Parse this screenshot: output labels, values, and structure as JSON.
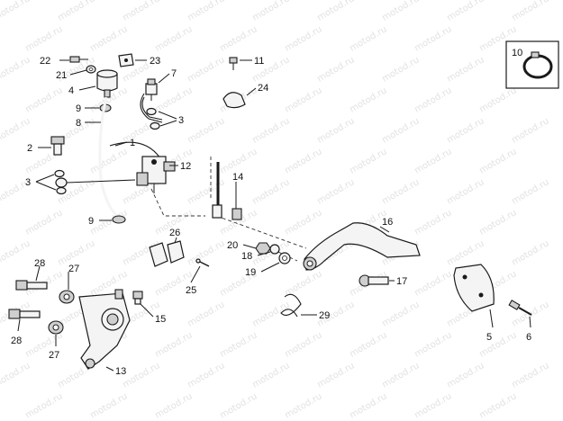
{
  "watermark": "motod.ru",
  "inset_box": {
    "label": "10"
  },
  "callouts": [
    {
      "id": "1",
      "label": "1"
    },
    {
      "id": "2",
      "label": "2"
    },
    {
      "id": "3a",
      "label": "3"
    },
    {
      "id": "3b",
      "label": "3"
    },
    {
      "id": "4",
      "label": "4"
    },
    {
      "id": "5",
      "label": "5"
    },
    {
      "id": "6",
      "label": "6"
    },
    {
      "id": "7",
      "label": "7"
    },
    {
      "id": "8",
      "label": "8"
    },
    {
      "id": "9a",
      "label": "9"
    },
    {
      "id": "9b",
      "label": "9"
    },
    {
      "id": "11",
      "label": "11"
    },
    {
      "id": "12",
      "label": "12"
    },
    {
      "id": "13",
      "label": "13"
    },
    {
      "id": "14",
      "label": "14"
    },
    {
      "id": "15",
      "label": "15"
    },
    {
      "id": "16",
      "label": "16"
    },
    {
      "id": "17",
      "label": "17"
    },
    {
      "id": "18",
      "label": "18"
    },
    {
      "id": "19",
      "label": "19"
    },
    {
      "id": "20",
      "label": "20"
    },
    {
      "id": "21",
      "label": "21"
    },
    {
      "id": "22",
      "label": "22"
    },
    {
      "id": "23",
      "label": "23"
    },
    {
      "id": "24",
      "label": "24"
    },
    {
      "id": "25",
      "label": "25"
    },
    {
      "id": "26",
      "label": "26"
    },
    {
      "id": "27a",
      "label": "27"
    },
    {
      "id": "27b",
      "label": "27"
    },
    {
      "id": "28a",
      "label": "28"
    },
    {
      "id": "28b",
      "label": "28"
    },
    {
      "id": "29",
      "label": "29"
    }
  ]
}
